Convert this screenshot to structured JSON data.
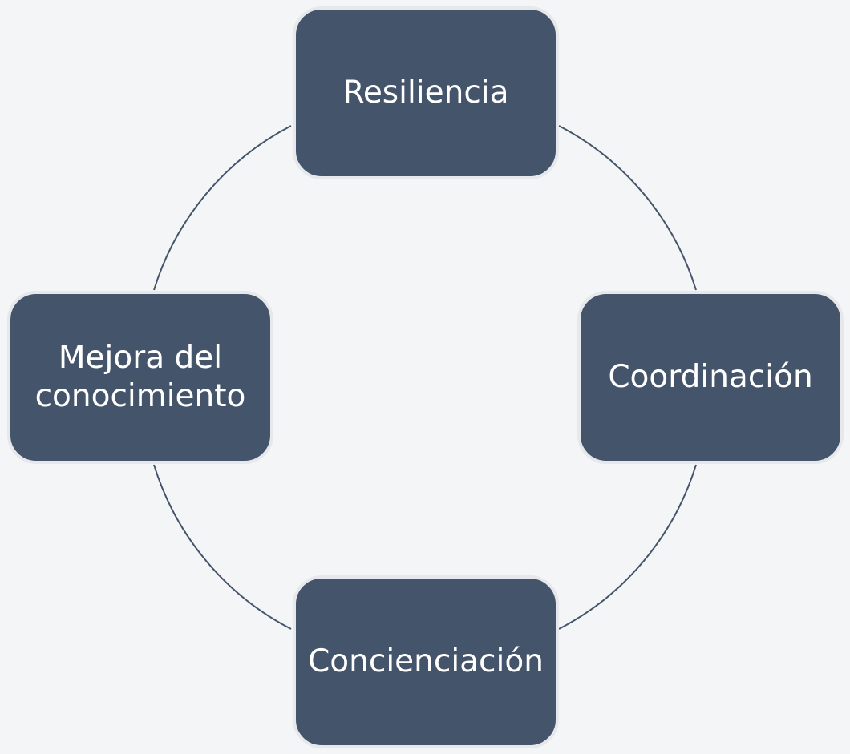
{
  "diagram": {
    "colors": {
      "background": "#f4f5f7",
      "node_fill": "#44546a",
      "node_border": "#e6e8eb",
      "node_text": "#ffffff",
      "connector": "#44546a"
    },
    "nodes": {
      "top": {
        "label": "Resiliencia"
      },
      "right": {
        "label": "Coordinación"
      },
      "bottom": {
        "label": "Concienciación"
      },
      "left": {
        "label": "Mejora del conocimiento"
      }
    }
  }
}
